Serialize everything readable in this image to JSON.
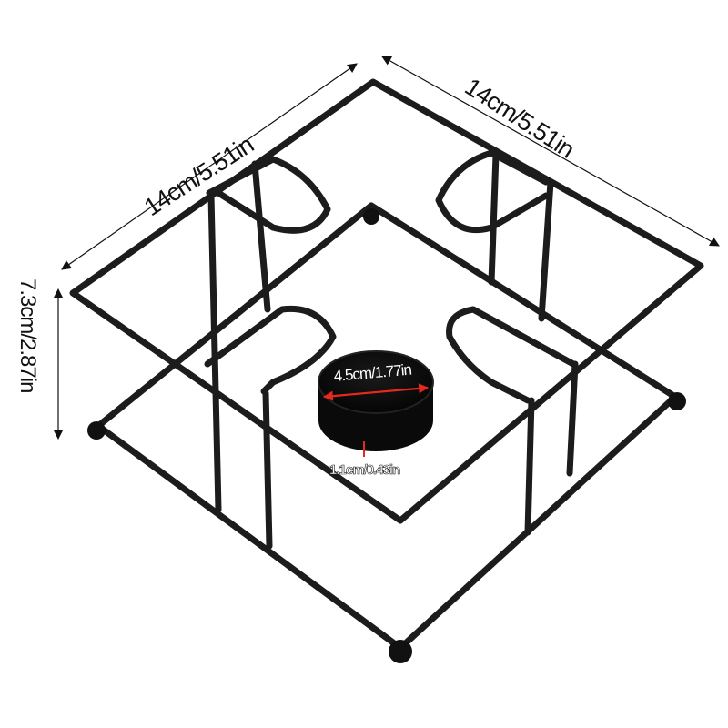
{
  "image": {
    "subject": "Black metal wire coaster holder rack with center tray",
    "background_color": "#ffffff",
    "wire_color": "#1c1c1c",
    "arrow_color": "#111111",
    "accent_arrow_color": "#e8281e"
  },
  "dimensions": {
    "length_left": "14cm/5.51in",
    "length_right": "14cm/5.51in",
    "height": "7.3cm/2.87in",
    "tray_diameter": "4.5cm/1.77in",
    "tray_depth": "1.1cm/0.43in"
  }
}
